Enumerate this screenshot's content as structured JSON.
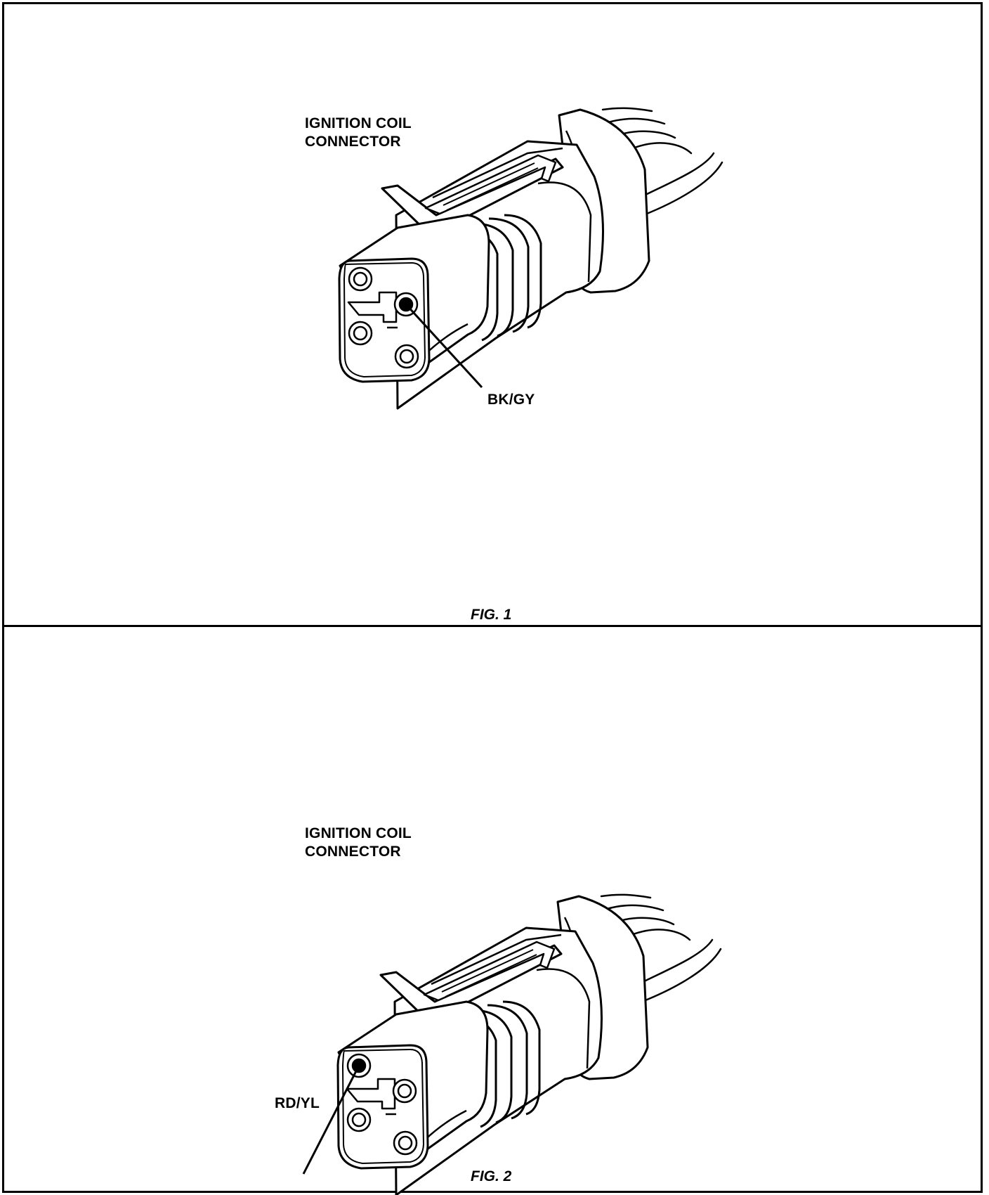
{
  "figures": [
    {
      "title_line1": "IGNITION COIL",
      "title_line2": "CONNECTOR",
      "wire_label": "BK/GY",
      "caption": "FIG. 1"
    },
    {
      "title_line1": "IGNITION COIL",
      "title_line2": "CONNECTOR",
      "wire_label": "RD/YL",
      "caption": "FIG. 2"
    }
  ],
  "colors": {
    "line": "#000000",
    "background": "#ffffff"
  }
}
